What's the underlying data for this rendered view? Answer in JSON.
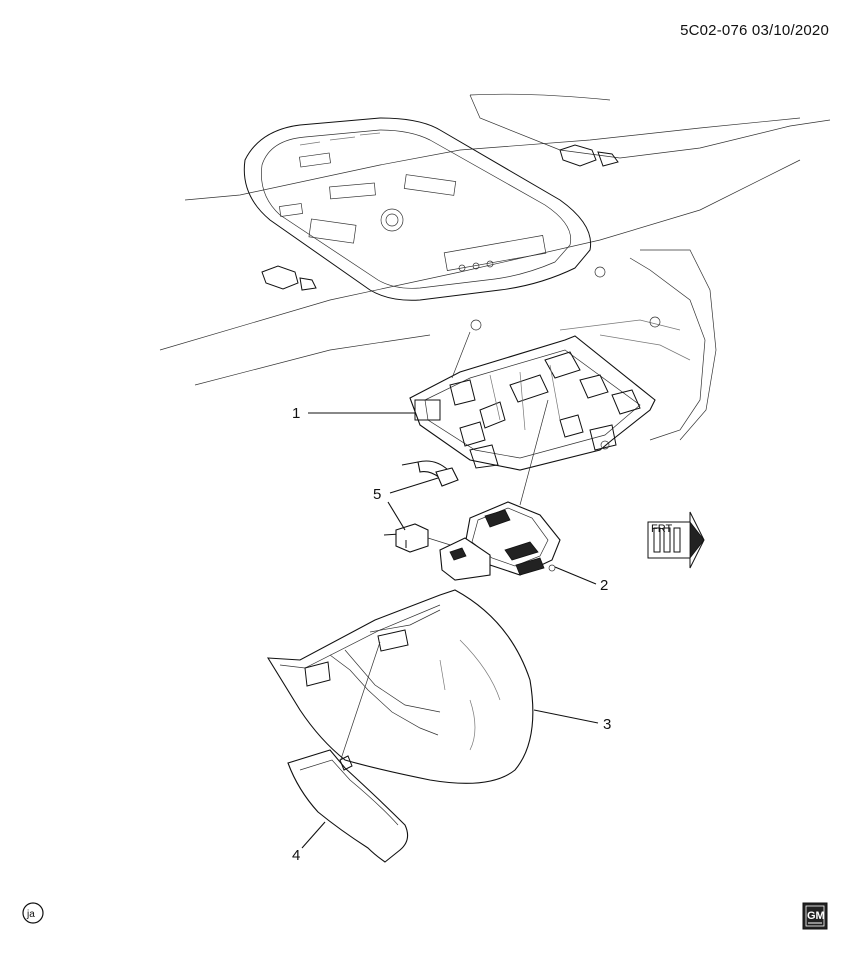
{
  "header": {
    "diagram_ref": "5C02-076  03/10/2020"
  },
  "callouts": [
    {
      "id": "1",
      "label": "1"
    },
    {
      "id": "2",
      "label": "2"
    },
    {
      "id": "3",
      "label": "3"
    },
    {
      "id": "4",
      "label": "4"
    },
    {
      "id": "5",
      "label": "5"
    }
  ],
  "direction_indicator": {
    "label": "FRT"
  },
  "footer": {
    "language_badge": "ja",
    "logo_text": "GM"
  }
}
